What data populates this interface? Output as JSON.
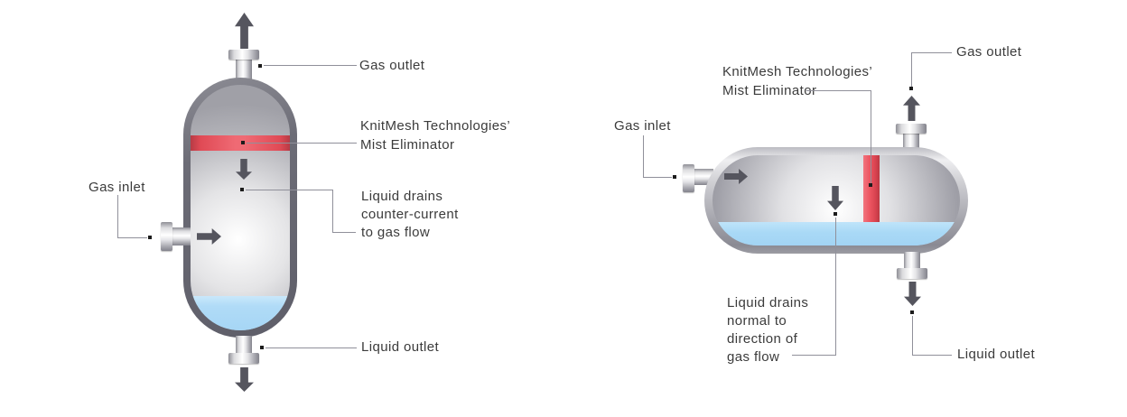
{
  "colors": {
    "mist_eliminator_red": "#e84450",
    "liquid_blue": "#aadaf6",
    "vessel_shell_dark_gray": "#65656f",
    "vessel_shell_silver": "#c9c9ce",
    "flow_arrow_gray": "#55555e",
    "leader_line_gray": "#90909a",
    "label_text": "#3b3b3b",
    "background": "#ffffff"
  },
  "icons": {
    "gas_outlet_flow": "up-arrow",
    "liquid_outlet_flow": "down-arrow",
    "gas_inlet_flow": "right-arrow",
    "internal_drain_flow": "down-arrow"
  },
  "left_diagram": {
    "labels": {
      "gas_outlet": "Gas outlet",
      "mist_eliminator_line1": "KnitMesh Technologies’",
      "mist_eliminator_line2": "Mist Eliminator",
      "liquid_drains_line1": "Liquid drains",
      "liquid_drains_line2": "counter-current",
      "liquid_drains_line3": "to gas flow",
      "gas_inlet": "Gas inlet",
      "liquid_outlet": "Liquid outlet"
    }
  },
  "right_diagram": {
    "labels": {
      "mist_eliminator_line1": "KnitMesh Technologies’",
      "mist_eliminator_line2": "Mist Eliminator",
      "gas_outlet": "Gas outlet",
      "gas_inlet": "Gas inlet",
      "liquid_drains_line1": "Liquid drains",
      "liquid_drains_line2": "normal to",
      "liquid_drains_line3": "direction of",
      "liquid_drains_line4": "gas flow",
      "liquid_outlet": "Liquid outlet"
    }
  }
}
